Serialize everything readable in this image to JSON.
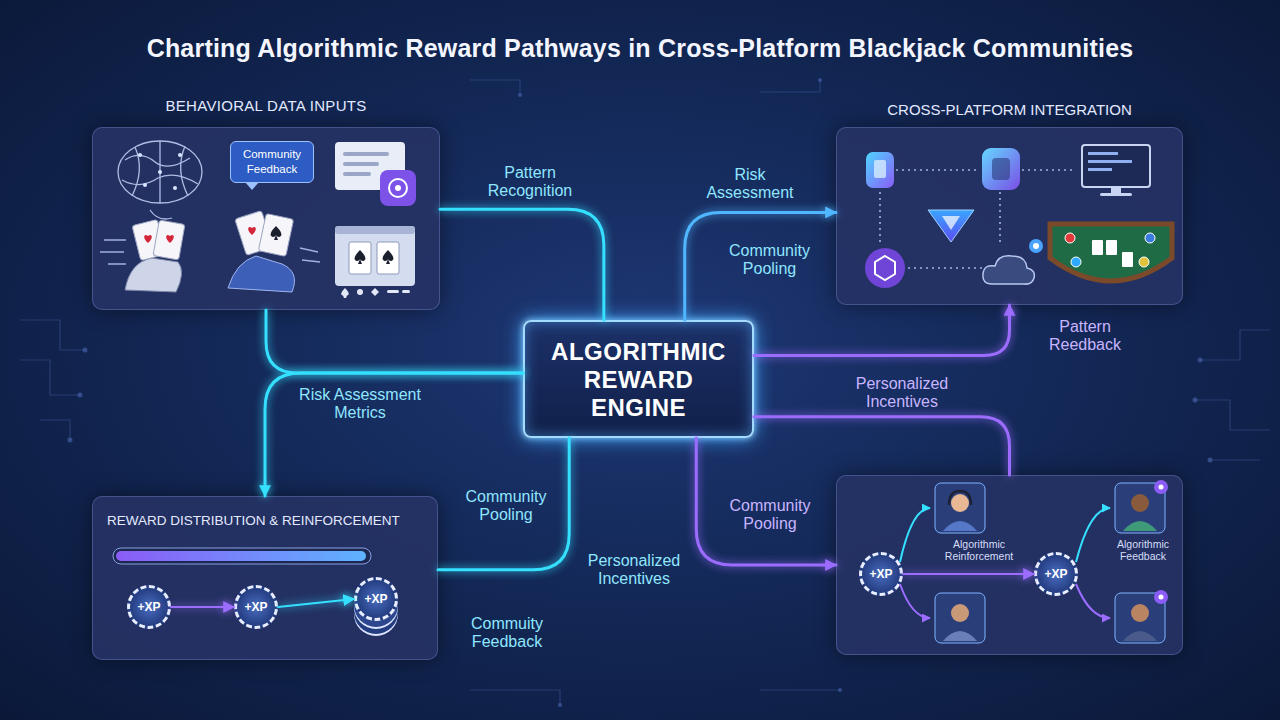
{
  "diagram": {
    "title": "Charting Algorithmic Reward Pathways in Cross-Platform Blackjack Communities",
    "nodes": [
      {
        "text": [
          "BEHAVIORAL DATA INPUTS"
        ]
      },
      {
        "text": [
          "Community Feedback"
        ],
        "in": 0
      },
      {
        "text": [
          "ALGORITHMIC REWARD ENGINE"
        ]
      },
      {
        "text": [
          "CROSS-PLATFORM INTEGRATION"
        ]
      },
      {
        "text": [
          "REWARD DISTRIBUTION & REINFORCEMENT"
        ]
      },
      {
        "text": [
          "Algorithmic Reinforcement",
          "Algorithmic Feedback"
        ]
      },
      {
        "text": [
          "+XP"
        ],
        "in": 4
      },
      {
        "text": [
          "+XP"
        ],
        "in": 4
      },
      {
        "text": [
          "+XP"
        ],
        "in": 4
      },
      {
        "text": [
          "+XP"
        ],
        "in": 5
      },
      {
        "text": [
          "+XP"
        ],
        "in": 5
      }
    ],
    "edges": [
      {
        "from": 0,
        "to": 2,
        "label": "Pattern Recognition",
        "arrow": "none"
      },
      {
        "from": 2,
        "to": 3,
        "label": "Risk Assessment",
        "arrow": "to"
      },
      {
        "from": 2,
        "to": 3,
        "label": "Pattern Reedback",
        "arrow": "to"
      },
      {
        "from": 2,
        "to": 4,
        "label": "Risk Assessment Metrics",
        "arrow": "to"
      },
      {
        "from": 0,
        "to": 2,
        "arrow": "none"
      },
      {
        "from": 4,
        "to": 2,
        "label": "Community Pooling",
        "arrow": "none"
      },
      {
        "from": 2,
        "to": 5,
        "label": "Community Pooling",
        "arrow": "to"
      },
      {
        "from": 2,
        "to": 5,
        "label": "Personalized Incentives",
        "arrow": "none"
      },
      {
        "from": 6,
        "to": 7,
        "arrow": "to"
      },
      {
        "from": 7,
        "to": 8,
        "arrow": "to"
      },
      {
        "from": 9,
        "to": 10,
        "arrow": "to"
      }
    ],
    "labels": [
      "Community Pooling",
      "Personalized Incentives",
      "Commuity Feedback"
    ]
  }
}
